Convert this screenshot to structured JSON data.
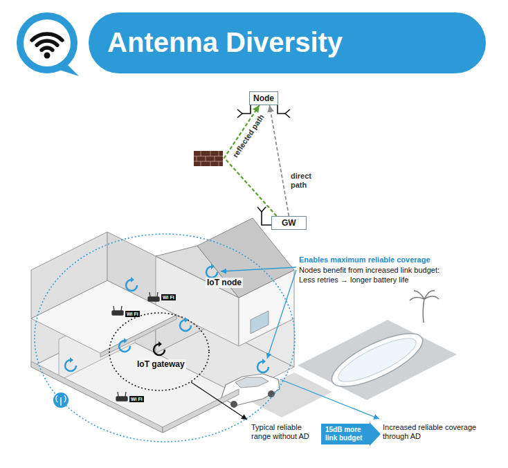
{
  "diagram": {
    "title": "Antenna Diversity",
    "nodes": [
      {
        "text": [
          "Node"
        ]
      },
      {
        "text": [
          "GW"
        ]
      },
      {
        "text": [
          "15dB more link budget"
        ]
      }
    ],
    "edges": [
      {
        "from": 1,
        "to": 0,
        "arrow": "to",
        "label": "reflected path"
      },
      {
        "from": 1,
        "to": 0,
        "arrow": "to",
        "label": "direct path"
      }
    ],
    "labels": [
      "IoT node",
      "IoT gateway",
      "Wi Fi",
      "Wi Fi",
      "Wi Fi",
      "Enables maximum reliable coverage",
      "Nodes benefit from increased link budget:",
      "Less retries → longer battery life",
      "Typical reliable range without AD",
      "Increased reliable coverage through AD"
    ]
  }
}
